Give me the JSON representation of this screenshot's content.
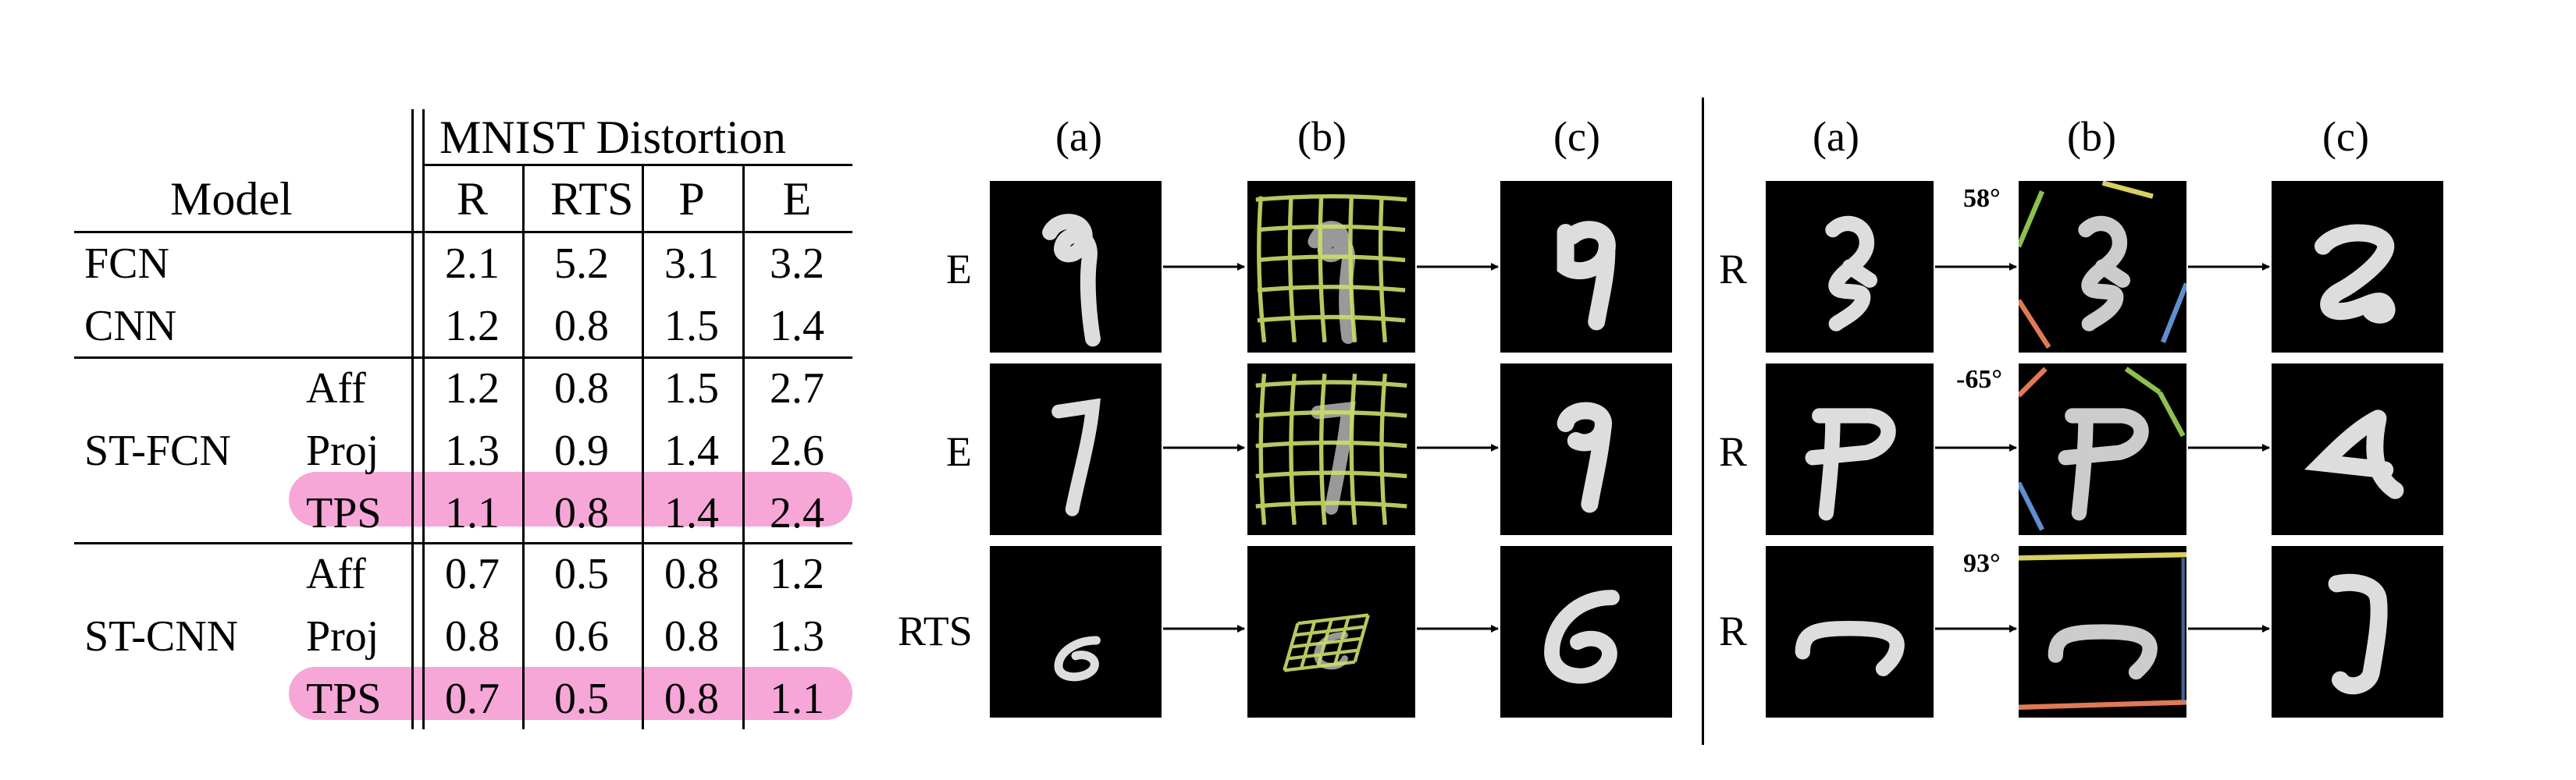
{
  "table": {
    "group_header": "MNIST Distortion",
    "model_header": "Model",
    "columns": [
      "R",
      "RTS",
      "P",
      "E"
    ],
    "rows": [
      {
        "model": "FCN",
        "sub": "",
        "values": [
          "2.1",
          "5.2",
          "3.1",
          "3.2"
        ],
        "highlight": false
      },
      {
        "model": "CNN",
        "sub": "",
        "values": [
          "1.2",
          "0.8",
          "1.5",
          "1.4"
        ],
        "highlight": false
      },
      {
        "model": "",
        "sub": "Aff",
        "values": [
          "1.2",
          "0.8",
          "1.5",
          "2.7"
        ],
        "highlight": false
      },
      {
        "model": "ST-FCN",
        "sub": "Proj",
        "values": [
          "1.3",
          "0.9",
          "1.4",
          "2.6"
        ],
        "highlight": false
      },
      {
        "model": "",
        "sub": "TPS",
        "values": [
          "1.1",
          "0.8",
          "1.4",
          "2.4"
        ],
        "highlight": true
      },
      {
        "model": "",
        "sub": "Aff",
        "values": [
          "0.7",
          "0.5",
          "0.8",
          "1.2"
        ],
        "highlight": false
      },
      {
        "model": "ST-CNN",
        "sub": "Proj",
        "values": [
          "0.8",
          "0.6",
          "0.8",
          "1.3"
        ],
        "highlight": false
      },
      {
        "model": "",
        "sub": "TPS",
        "values": [
          "0.7",
          "0.5",
          "0.8",
          "1.1"
        ],
        "highlight": true
      }
    ],
    "highlight_color": "#f7a6d8"
  },
  "panel_left": {
    "column_labels": [
      "(a)",
      "(b)",
      "(c)"
    ],
    "row_labels": [
      "E",
      "E",
      "RTS"
    ]
  },
  "panel_right": {
    "column_labels": [
      "(a)",
      "(b)",
      "(c)"
    ],
    "row_labels": [
      "R",
      "R",
      "R"
    ],
    "angles": [
      "58°",
      "-65°",
      "93°"
    ]
  }
}
